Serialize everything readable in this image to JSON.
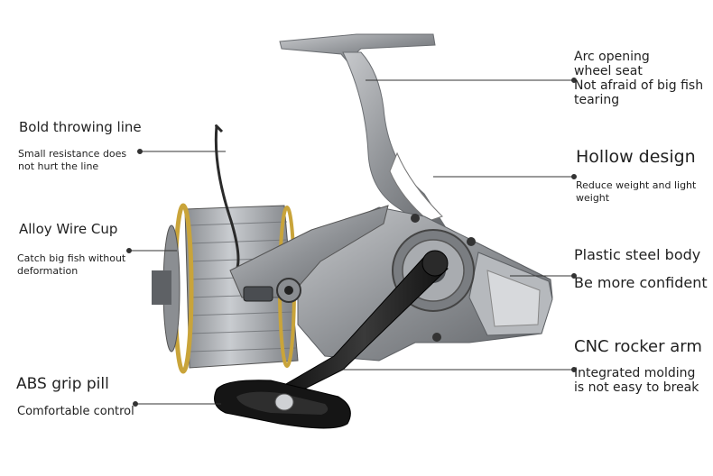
{
  "annotations": {
    "bold_throwing_line": {
      "title": "Bold throwing line",
      "desc_1": "Small resistance does",
      "desc_2": "not hurt the line"
    },
    "alloy_wire_cup": {
      "title": "Alloy Wire Cup",
      "desc_1": "Catch big fish without",
      "desc_2": "deformation"
    },
    "abs_grip_pill": {
      "title": "ABS grip pill",
      "desc": "Comfortable control"
    },
    "arc_opening": {
      "line_1": "Arc opening",
      "line_2": "wheel seat",
      "line_3": "Not afraid of big fish",
      "line_4": "tearing"
    },
    "hollow_design": {
      "title": "Hollow design",
      "desc_1": "Reduce weight and light",
      "desc_2": "weight"
    },
    "plastic_steel_body": {
      "title": "Plastic steel body",
      "desc": "Be more confident"
    },
    "cnc_rocker_arm": {
      "title": "CNC rocker arm",
      "desc_1": "Integrated molding",
      "desc_2": "is not easy to break"
    }
  },
  "colors": {
    "text": "#222222",
    "leader_line": "#333333",
    "body_metal": "#9a9da1",
    "body_dark": "#5c5f63",
    "spool_gold": "#c9a43a",
    "handle_black": "#1b1b1b"
  },
  "icons": [
    "fishing-reel-illustration",
    "leader-dot"
  ]
}
